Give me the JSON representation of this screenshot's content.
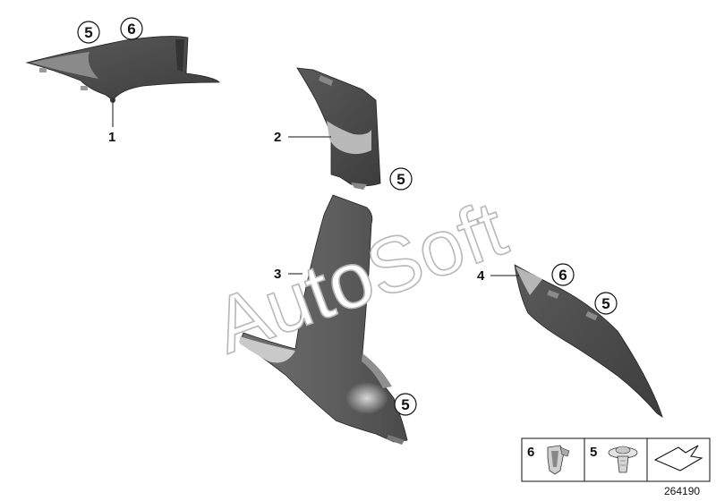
{
  "callouts": {
    "part1": "1",
    "part2": "2",
    "part3": "3",
    "part4": "4"
  },
  "circled": {
    "a": "5",
    "b": "6",
    "c": "5",
    "d": "6",
    "e": "5",
    "f": "5"
  },
  "legend": {
    "clip_num": "6",
    "rivet_num": "5"
  },
  "watermark": "AutoSoft",
  "diagram_id": "264190",
  "colors": {
    "part_dark": "#4a4a4a",
    "part_mid": "#6b6b6b",
    "part_light": "#cfcfcf",
    "line": "#111111"
  }
}
